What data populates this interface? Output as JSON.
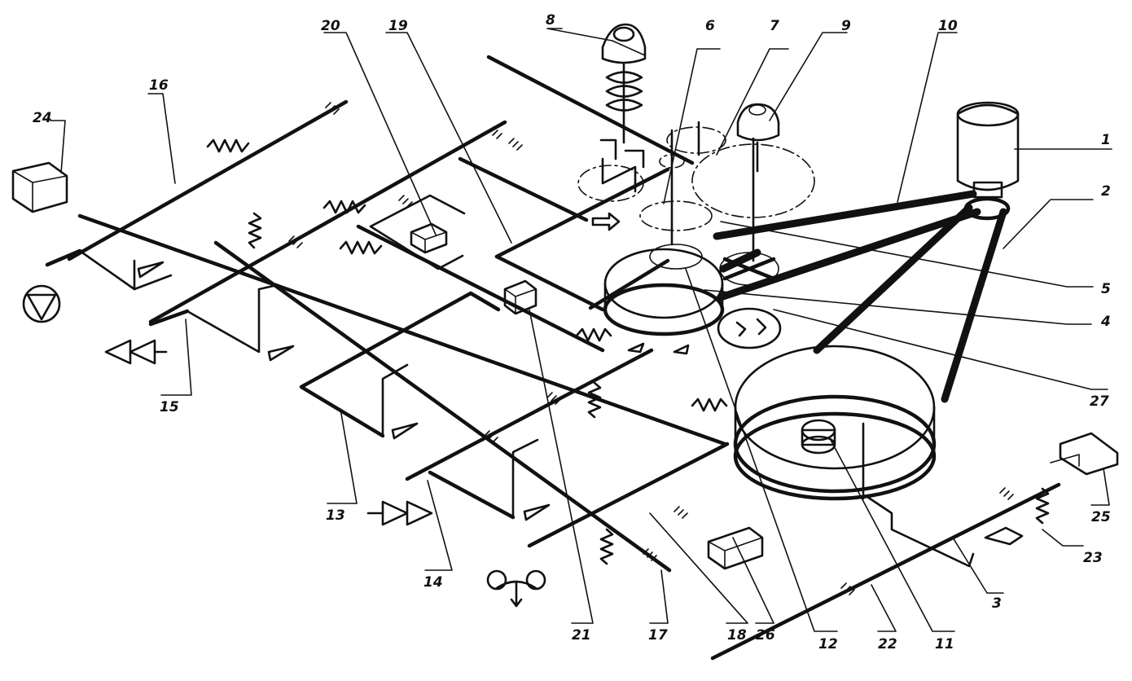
{
  "callouts": [
    {
      "id": "1",
      "text": "1"
    },
    {
      "id": "2",
      "text": "2"
    },
    {
      "id": "3",
      "text": "3"
    },
    {
      "id": "4",
      "text": "4"
    },
    {
      "id": "5",
      "text": "5"
    },
    {
      "id": "6",
      "text": "6"
    },
    {
      "id": "7",
      "text": "7"
    },
    {
      "id": "8",
      "text": "8"
    },
    {
      "id": "9",
      "text": "9"
    },
    {
      "id": "10",
      "text": "10"
    },
    {
      "id": "11",
      "text": "11"
    },
    {
      "id": "12",
      "text": "12"
    },
    {
      "id": "13",
      "text": "13"
    },
    {
      "id": "14",
      "text": "14"
    },
    {
      "id": "15",
      "text": "15"
    },
    {
      "id": "16",
      "text": "16"
    },
    {
      "id": "17",
      "text": "17"
    },
    {
      "id": "18",
      "text": "18"
    },
    {
      "id": "19",
      "text": "19"
    },
    {
      "id": "20",
      "text": "20"
    },
    {
      "id": "21",
      "text": "21"
    },
    {
      "id": "22",
      "text": "22"
    },
    {
      "id": "23",
      "text": "23"
    },
    {
      "id": "24",
      "text": "24"
    },
    {
      "id": "25",
      "text": "25"
    },
    {
      "id": "26",
      "text": "26"
    },
    {
      "id": "27",
      "text": "27"
    }
  ],
  "symbols": [
    {
      "name": "stop-symbol-icon"
    },
    {
      "name": "double-triangle-left-icon"
    },
    {
      "name": "double-triangle-right-icon"
    },
    {
      "name": "reel-unwind-icon"
    }
  ]
}
